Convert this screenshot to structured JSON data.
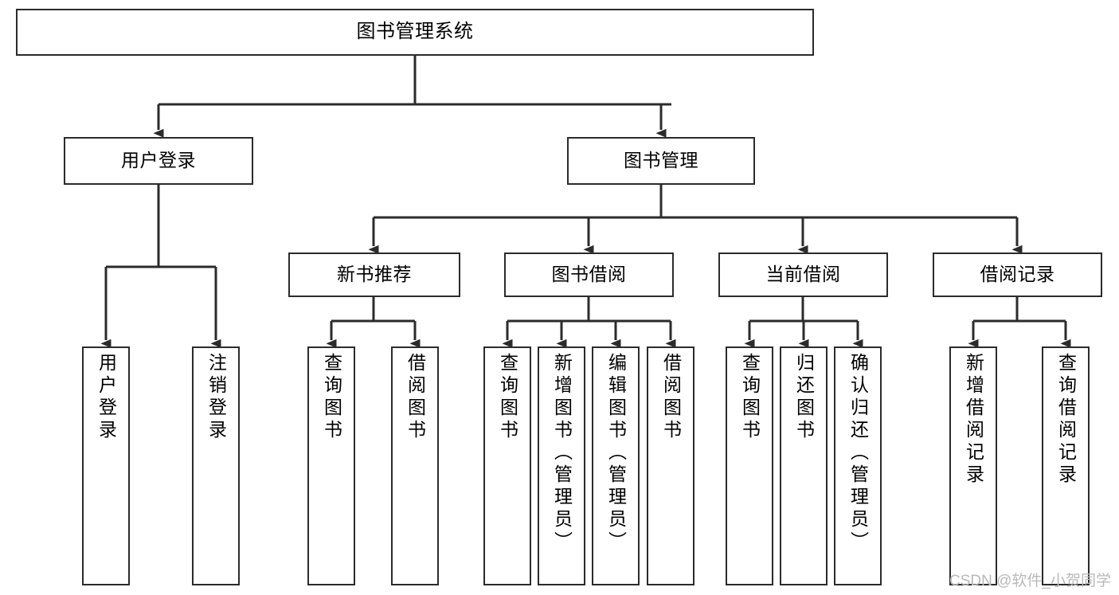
{
  "diagram": {
    "title": "图书管理系统",
    "type": "tree-hierarchy-chart",
    "orientation": "top-down",
    "colors": {
      "background": "#ffffff",
      "node_border": "#2b2b2b",
      "node_fill": "#ffffff",
      "edge": "#2b2b2b",
      "text": "#000000",
      "watermark": "#b9b9b9"
    }
  },
  "root": {
    "label": "图书管理系统"
  },
  "level1": [
    {
      "label": "用户登录"
    },
    {
      "label": "图书管理"
    }
  ],
  "level2": [
    {
      "label": "新书推荐"
    },
    {
      "label": "图书借阅"
    },
    {
      "label": "当前借阅"
    },
    {
      "label": "借阅记录"
    }
  ],
  "leaves": {
    "user_login": [
      {
        "label": "用户登录"
      },
      {
        "label": "注销登录"
      }
    ],
    "new_book_recommend": [
      {
        "label": "查询图书"
      },
      {
        "label": "借阅图书"
      }
    ],
    "book_borrow": [
      {
        "label": "查询图书"
      },
      {
        "label": "新增图书（管理员）"
      },
      {
        "label": "编辑图书（管理员）"
      },
      {
        "label": "借阅图书"
      }
    ],
    "current_borrow": [
      {
        "label": "查询图书"
      },
      {
        "label": "归还图书"
      },
      {
        "label": "确认归还（管理员）"
      }
    ],
    "borrow_record": [
      {
        "label": "新增借阅记录"
      },
      {
        "label": "查询借阅记录"
      }
    ]
  },
  "watermark": {
    "text": "CSDN @软件_小贺同学"
  }
}
